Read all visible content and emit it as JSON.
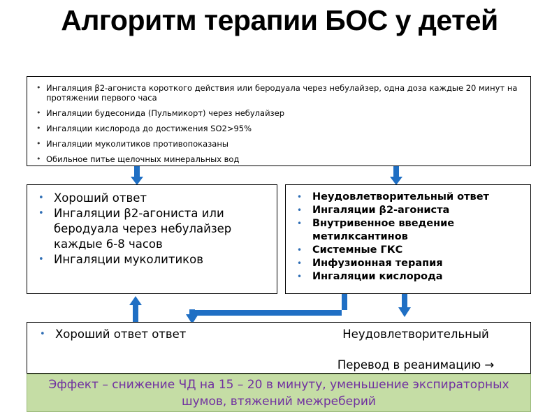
{
  "slide": {
    "title": "Алгоритм терапии БОС у детей",
    "background_color": "#ffffff"
  },
  "colors": {
    "arrow": "#1f6fc4",
    "bullet_blue": "#2f6eb5",
    "green_fill": "#c5dda5",
    "green_border": "#9ab87a",
    "green_text": "#7030a0",
    "box_border": "#000000",
    "text": "#000000"
  },
  "box_top": {
    "name": "initial-therapy-box",
    "items": [
      "Ингаляция β2-агониста короткого действия или беродуала через небулайзер, одна доза каждые 20 минут на протяжении первого часа",
      "Ингаляции будесонида (Пульмикорт) через небулайзер",
      "Ингаляции кислорода до достижения SO2>95%",
      "Ингаляции муколитиков противопоказаны",
      "Обильное питье щелочных минеральных вод"
    ]
  },
  "box_good": {
    "name": "good-response-box",
    "items": [
      "Хороший ответ",
      "Ингаляции β2-агониста  или беродуала через небулайзер каждые 6-8 часов",
      "Ингаляции муколитиков"
    ]
  },
  "box_bad": {
    "name": "unsatisfactory-response-box",
    "items": [
      "Неудовлетворительный ответ",
      "Ингаляции β2-агониста",
      "Внутривенное введение метилксантинов",
      "Системные ГКС",
      "Инфузионная терапия",
      "Ингаляции кислорода"
    ]
  },
  "box_bottom": {
    "name": "outcome-box",
    "left_text": "Хороший ответ ответ",
    "right_text_1": "Неудовлетворительный",
    "right_text_2": "Перевод в реанимацию →"
  },
  "box_green": {
    "name": "effect-box",
    "text": "Эффект – снижение ЧД на 15 – 20 в минуту, уменьшение экспираторных шумов, втяжений межреберий"
  },
  "connectors": [
    {
      "name": "arrow-top-to-good",
      "direction": "down"
    },
    {
      "name": "arrow-top-to-bad",
      "direction": "down"
    },
    {
      "name": "arrow-good-to-outcome",
      "direction": "up"
    },
    {
      "name": "arrow-bad-to-outcome-elbow",
      "direction": "down-left-elbow"
    },
    {
      "name": "arrow-bad-to-outcome-right",
      "direction": "down"
    }
  ]
}
